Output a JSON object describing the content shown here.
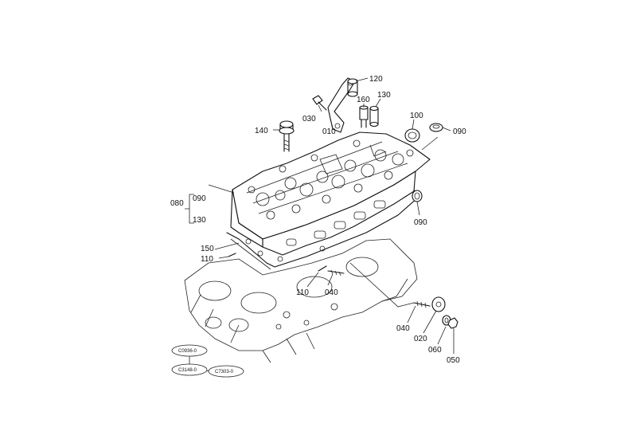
{
  "labels": {
    "p010": "010",
    "p020": "020",
    "p030": "030",
    "p040a": "040",
    "p040b": "040",
    "p050": "050",
    "p060": "060",
    "p080": "080",
    "p090_top": "090",
    "p090_right": "090",
    "p090_bracket": "090",
    "p100": "100",
    "p110a": "110",
    "p110b": "110",
    "p120": "120",
    "p130a": "130",
    "p130_bracket": "130",
    "p140": "140",
    "p150": "150",
    "p160": "160"
  },
  "ref_codes": {
    "c1": "C0936-0",
    "c2": "C3148-0",
    "c3": "C7303-0"
  }
}
